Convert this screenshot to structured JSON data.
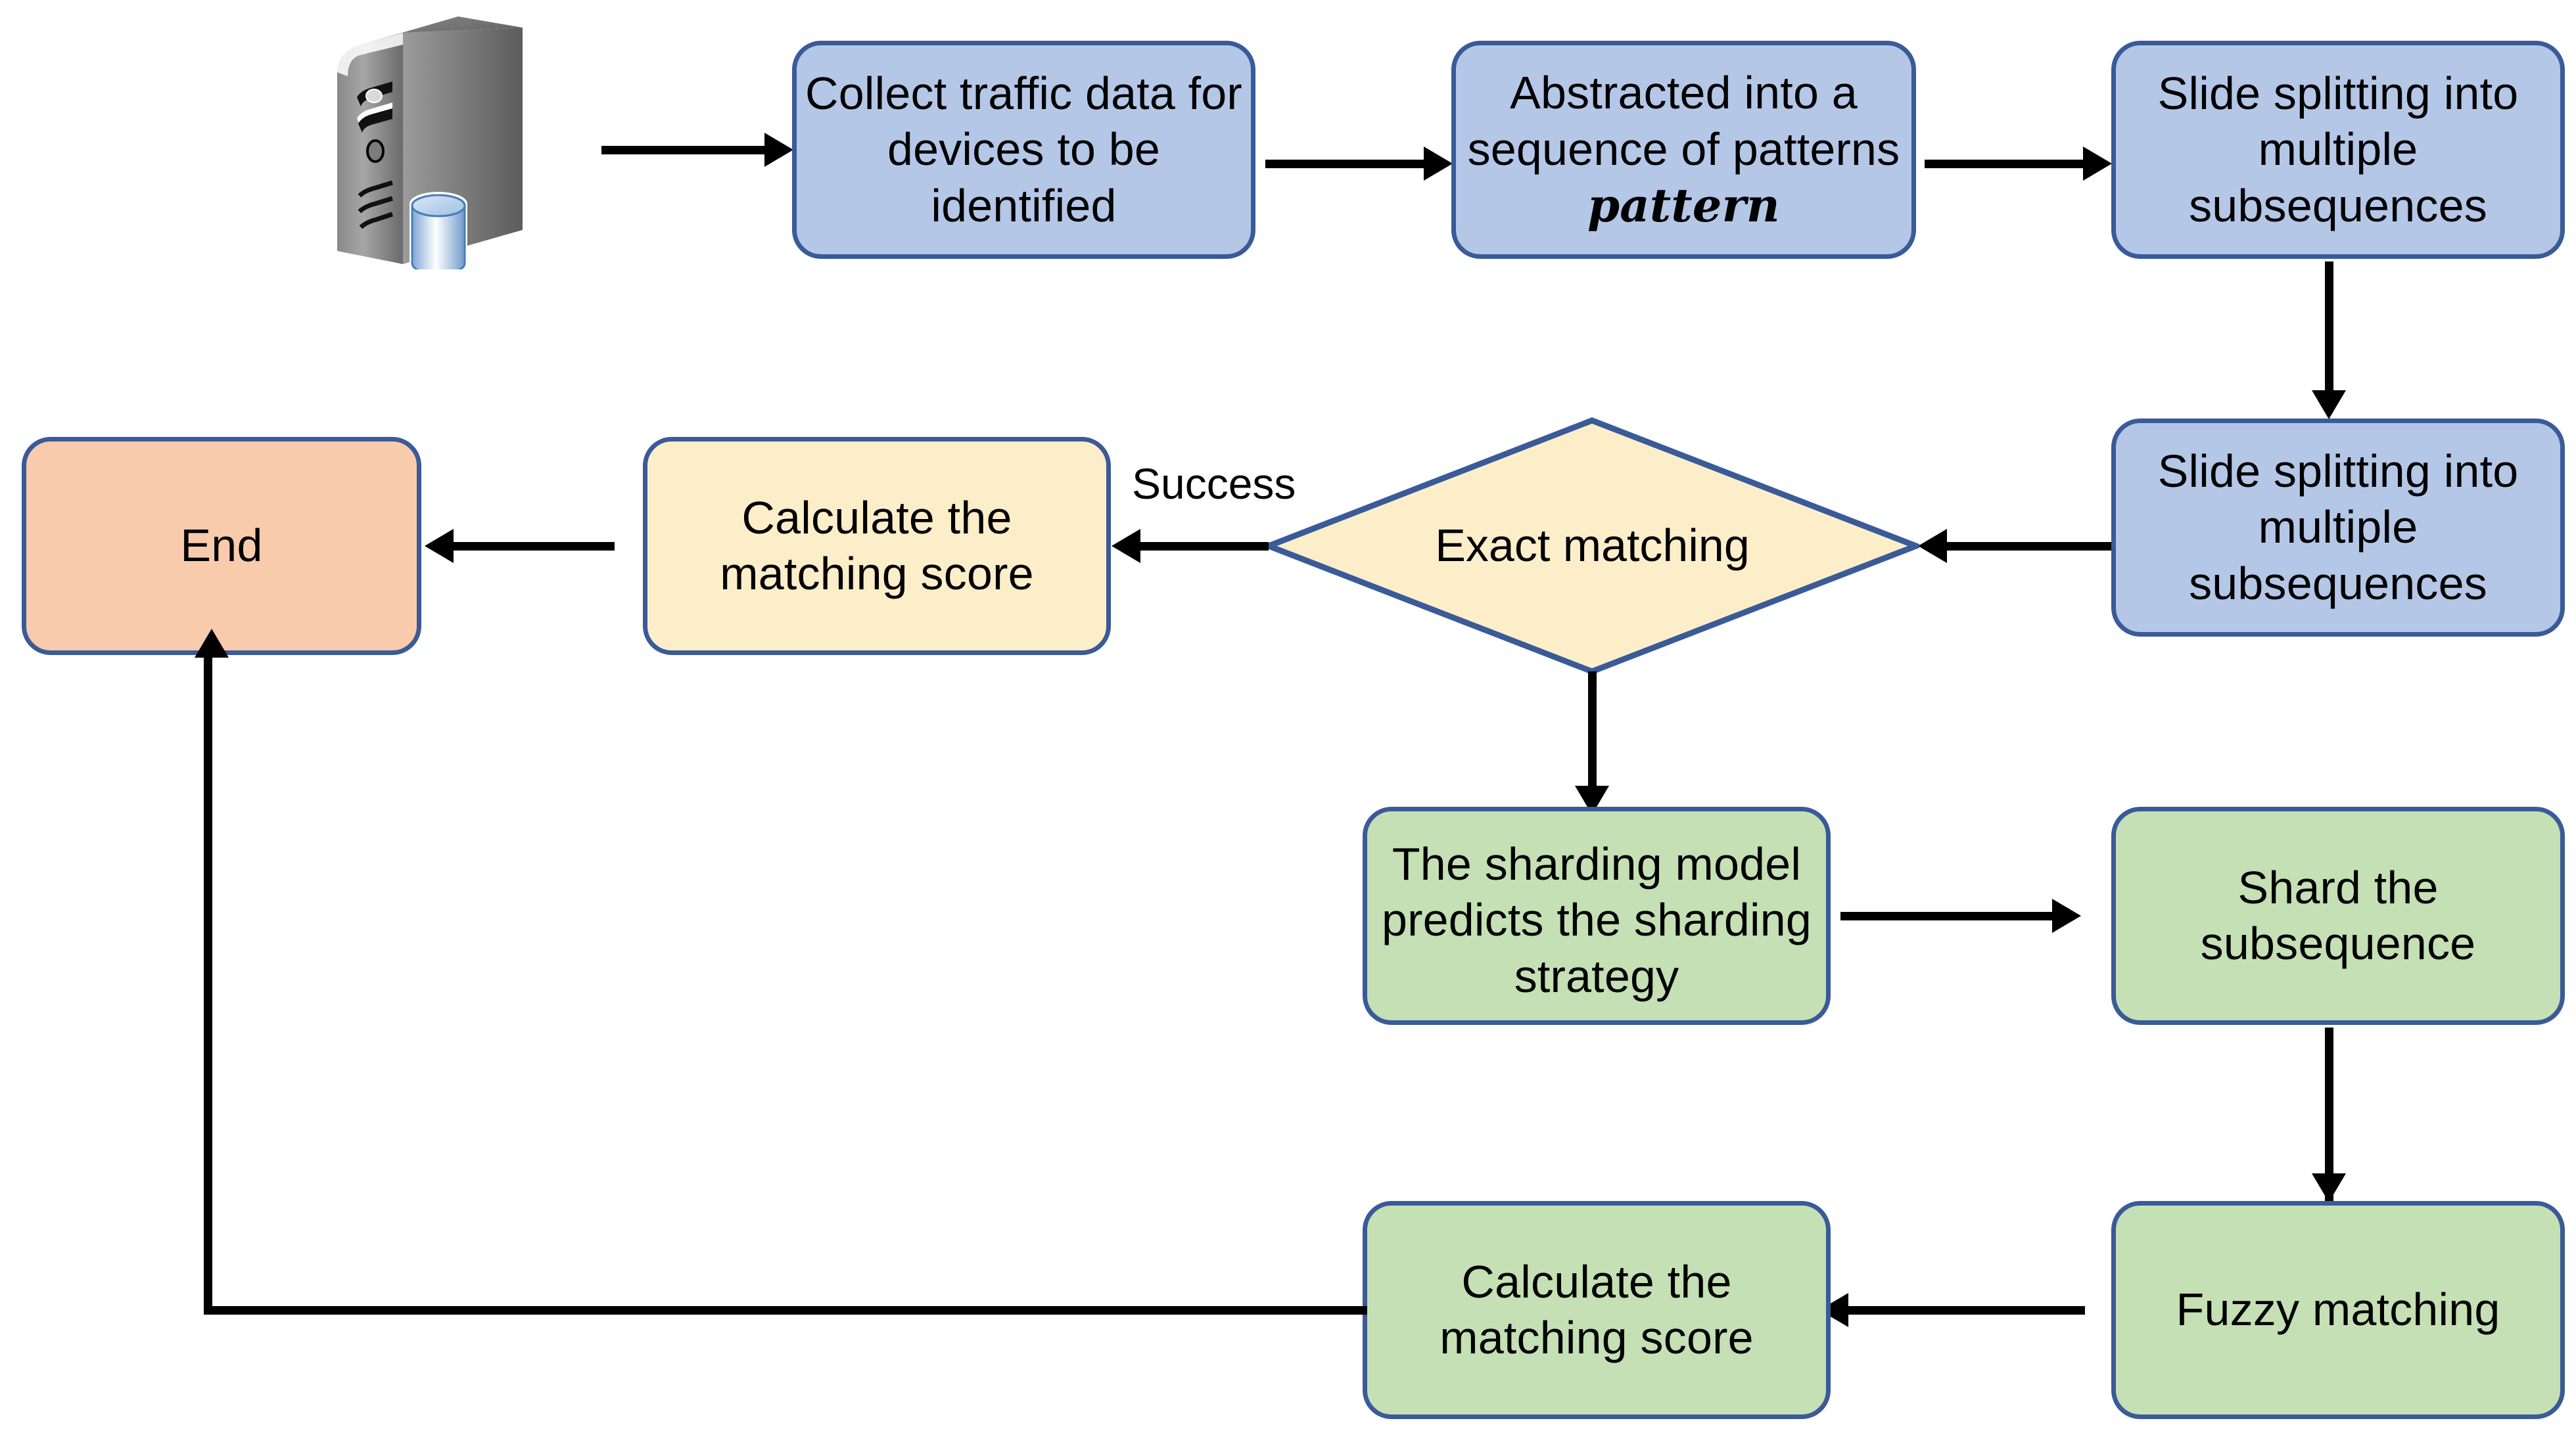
{
  "diagram": {
    "title": "Device identification pattern matching flowchart",
    "colors": {
      "blue_fill": "#b4c7e7",
      "green_fill": "#c5e0b4",
      "yellow_fill": "#fdeeca",
      "orange_fill": "#f8cbad",
      "node_border": "#3a5a98",
      "connector": "#000000",
      "background": "#ffffff"
    },
    "nodes": {
      "server": {
        "icon": "server-database-icon"
      },
      "collect": {
        "label": "Collect traffic data for devices to be identified",
        "fill": "blue"
      },
      "abstract": {
        "label_plain": "Abstracted into a sequence of patterns ",
        "label_math": "pattern",
        "fill": "blue"
      },
      "slide_split_1": {
        "label": "Slide splitting into multiple subsequences",
        "fill": "blue"
      },
      "slide_split_2": {
        "label": "Slide splitting into multiple subsequences",
        "fill": "blue"
      },
      "exact_matching": {
        "label": "Exact matching",
        "fill": "yellow",
        "shape": "diamond"
      },
      "calc_score_exact": {
        "label": "Calculate the matching score",
        "fill": "yellow"
      },
      "end": {
        "label": "End",
        "fill": "orange"
      },
      "sharding_model": {
        "label": "The sharding model predicts the sharding strategy",
        "fill": "green"
      },
      "shard_subsequence": {
        "label": "Shard the subsequence",
        "fill": "green"
      },
      "fuzzy_matching": {
        "label": "Fuzzy matching",
        "fill": "green"
      },
      "calc_score_fuzzy": {
        "label": "Calculate the matching score",
        "fill": "green"
      }
    },
    "edge_labels": {
      "success": "Success"
    }
  }
}
